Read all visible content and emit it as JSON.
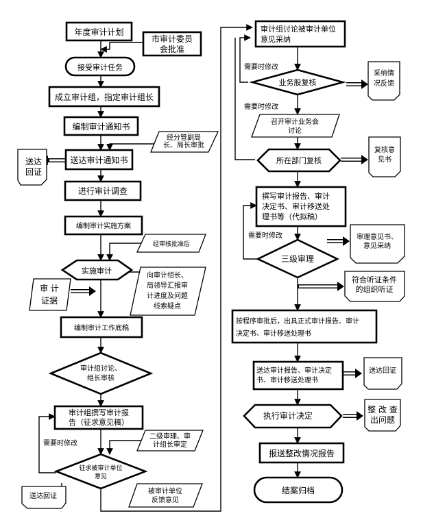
{
  "nodes": {
    "n1": "年度审计计划",
    "n2": "市审计委员|会批准",
    "n3": "接受审计任务",
    "n4": "成立审计组，指定审计组长",
    "n5": "编制审计通知书",
    "n6": "经分管副局|长、局长审批",
    "n7": "送达审计通知书",
    "n8": "送达|回证",
    "n9": "进行审计调查",
    "n10": "编制审计实施方案",
    "n11": "经审核批准后",
    "n12": "实施审计",
    "n13": "审  计|证据",
    "n14": "向审计组长、|局领导汇报审|计进度及问题|线索疑点",
    "n15": "编制审计工作底稿",
    "n16": "审计组讨论、|组长审核",
    "n17": "审计组撰写审计报|告（征求意见稿）",
    "n18": "二级审理、审|计组长审定",
    "n19": "征求被审计单位|意见",
    "n20": "被审计单位|反馈意见",
    "n21": "送达回证",
    "r1": "审计组讨论被审计单位|意见采纳",
    "r2": "业务股复核",
    "r3": "采纳情|况反馈",
    "r4": "召开审计业务会|讨论",
    "r5": "所在部门复核",
    "r6": "复核意|见书",
    "r7": "撰写审计报告、审计|决定书、审计移送处|理书等（代拟稿）",
    "r8": "三级审理",
    "r9": "审理意见书、|意见采纳",
    "r10": "符合听证条件|的组织听证",
    "r11": "按程序审批后，出具正式审计报告、审计|决定书、审计移送处理书",
    "r12": "送达审计报告、审计决定|书、审计移送处理书",
    "r13": "送达回证",
    "r14": "执行审计决定",
    "r15": "整 改 查|出问题",
    "r16": "报送整改情况报告",
    "r17": "结案归档"
  },
  "edge_labels": {
    "modify_left": "需要时修改",
    "modify_r1": "需要时修改",
    "modify_r2": "需要时修改",
    "modify_r3": "需要时修改"
  }
}
